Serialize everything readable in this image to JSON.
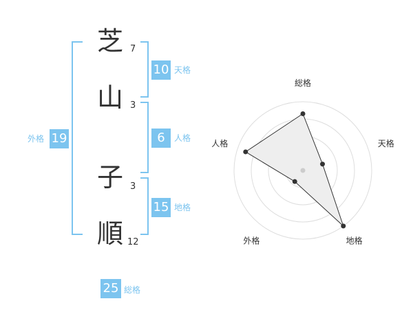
{
  "name_chars": [
    {
      "char": "芝",
      "strokes": "7"
    },
    {
      "char": "山",
      "strokes": "3"
    },
    {
      "char": "子",
      "strokes": "3"
    },
    {
      "char": "順",
      "strokes": "12"
    }
  ],
  "fortunes": {
    "tenkaku": {
      "value": "10",
      "label": "天格"
    },
    "jinkaku": {
      "value": "6",
      "label": "人格"
    },
    "chikaku": {
      "value": "15",
      "label": "地格"
    },
    "gaikaku": {
      "value": "19",
      "label": "外格"
    },
    "soukaku": {
      "value": "25",
      "label": "総格"
    }
  },
  "colors": {
    "accent": "#7cc4ef",
    "text": "#333333",
    "radar_fill": "#eeeeee"
  },
  "chart_data": {
    "type": "radar",
    "axes": [
      "総格",
      "天格",
      "地格",
      "外格",
      "人格"
    ],
    "values": [
      3.3,
      1.2,
      4.0,
      0.8,
      3.5
    ],
    "max": 4,
    "rings": 4
  }
}
